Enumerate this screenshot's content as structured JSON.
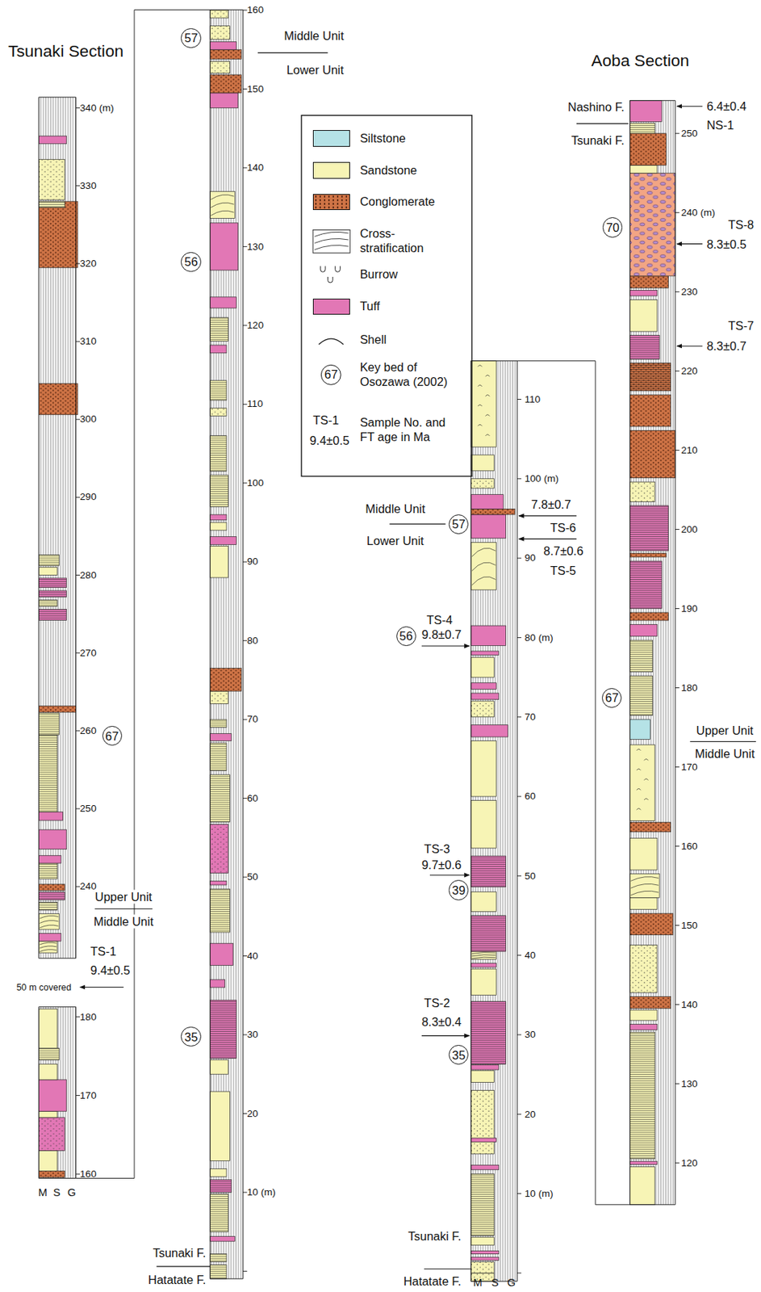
{
  "diagram": {
    "nodes": [
      {
        "text": [
          "67"
        ]
      },
      {
        "text": [
          "57"
        ]
      },
      {
        "text": [
          "56"
        ]
      },
      {
        "text": [
          "35"
        ]
      },
      {
        "text": [
          "57"
        ]
      },
      {
        "text": [
          "56"
        ]
      },
      {
        "text": [
          "39"
        ]
      },
      {
        "text": [
          "35"
        ]
      },
      {
        "text": [
          "70"
        ]
      },
      {
        "text": [
          "67"
        ]
      }
    ],
    "labels": [
      "Tsunaki Section",
      "Aoba Section",
      "340 (m)",
      "330",
      "320",
      "310",
      "300",
      "290",
      "280",
      "270",
      "260",
      "250",
      "240",
      "180",
      "170",
      "160",
      "50 m covered",
      "Upper Unit",
      "Middle Unit",
      "TS-1",
      "9.4±0.5",
      "M",
      "S",
      "G",
      "160",
      "150",
      "140",
      "130",
      "120",
      "110",
      "100",
      "90",
      "80",
      "70",
      "60",
      "50",
      "40",
      "30",
      "20",
      "10 (m)",
      "Middle Unit",
      "Lower Unit",
      "Tsunaki F.",
      "Hatatate F.",
      "110",
      "100 (m)",
      "90",
      "80 (m)",
      "70",
      "60",
      "50",
      "40",
      "30",
      "20",
      "10 (m)",
      "7.8±0.7",
      "TS-6",
      "8.7±0.6",
      "TS-5",
      "Middle Unit",
      "Lower Unit",
      "TS-4",
      "9.8±0.7",
      "TS-3",
      "9.7±0.6",
      "TS-2",
      "8.3±0.4",
      "Tsunaki F.",
      "Hatatate F.",
      "M",
      "S",
      "G",
      "250",
      "240 (m)",
      "230",
      "220",
      "210",
      "200",
      "190",
      "180",
      "170",
      "160",
      "150",
      "140",
      "130",
      "120",
      "Nashino F.",
      "Tsunaki F.",
      "6.4±0.4",
      "NS-1",
      "TS-8",
      "8.3±0.5",
      "TS-7",
      "8.3±0.7",
      "Upper Unit",
      "Middle Unit",
      "67",
      "TS-1",
      "9.4±0.5"
    ],
    "legend": [
      {
        "text": "Siltstone",
        "color": "#b5e2e6"
      },
      {
        "text": "Sandstone",
        "color": "#f7f4b5"
      },
      {
        "text": "Conglomerate",
        "color": "#cf7446"
      },
      {
        "text": "Cross-stratification"
      },
      {
        "text": "Burrow"
      },
      {
        "text": "Tuff",
        "color": "#e277b5"
      },
      {
        "text": "Shell"
      },
      {
        "text": "Key bed of Osozawa (2002)"
      },
      {
        "text": "Sample No. and FT age in Ma"
      }
    ]
  }
}
